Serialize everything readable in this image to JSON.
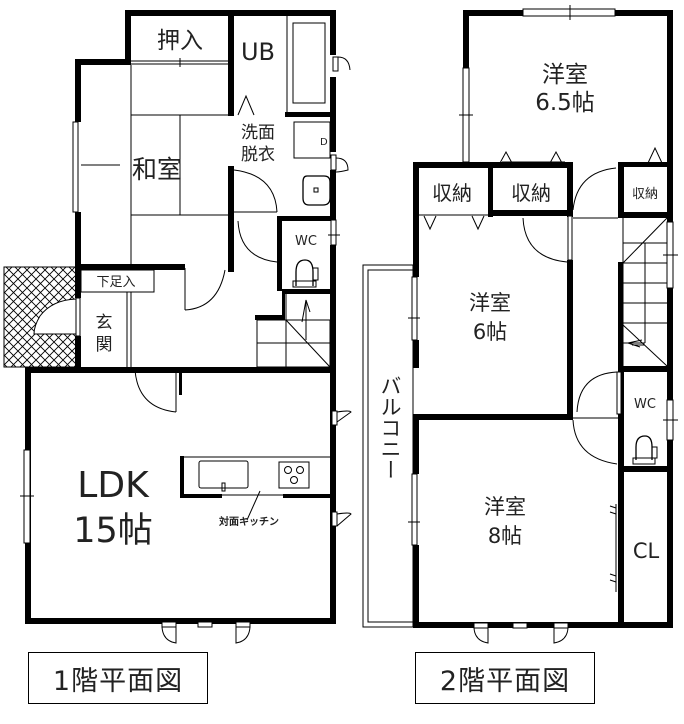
{
  "floor1": {
    "title": "1階平面図",
    "rooms": {
      "oshiire": "押入",
      "ub": "UB",
      "washitsu": "和室",
      "senmen_line1": "洗面",
      "senmen_line2": "脱衣",
      "wc": "WC",
      "shitabakoire": "下足入",
      "genkan_line1": "玄",
      "genkan_line2": "関",
      "ldk_line1": "LDK",
      "ldk_line2": "15帖"
    },
    "annotations": {
      "kitchen": "対面キッチン"
    }
  },
  "floor2": {
    "title": "2階平面図",
    "rooms": {
      "youshitsu_a_line1": "洋室",
      "youshitsu_a_line2": "6.5帖",
      "shuunou_1": "収納",
      "shuunou_2": "収納",
      "shuunou_3": "収納",
      "youshitsu_b_line1": "洋室",
      "youshitsu_b_line2": "6帖",
      "balcony": "バルコニー",
      "wc": "WC",
      "youshitsu_c_line1": "洋室",
      "youshitsu_c_line2": "8帖",
      "cl": "CL"
    }
  },
  "colors": {
    "wall": "#000000",
    "background": "#ffffff",
    "text": "#222222"
  }
}
